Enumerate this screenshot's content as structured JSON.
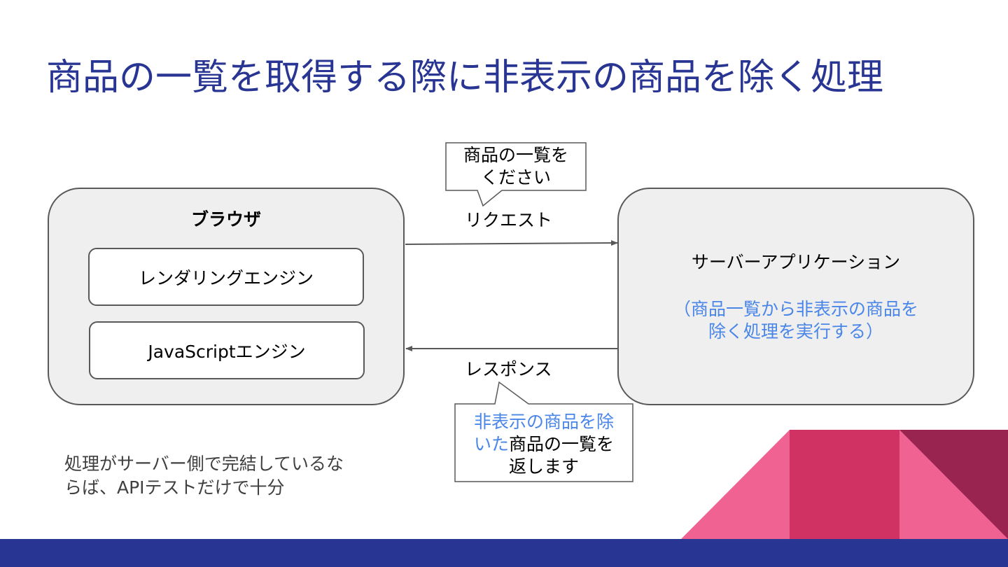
{
  "title": "商品の一覧を取得する際に非表示の商品を除く処理",
  "browser": {
    "title": "ブラウザ",
    "rendering_engine": "レンダリングエンジン",
    "js_engine": "JavaScriptエンジン"
  },
  "server": {
    "title": "サーバーアプリケーション",
    "note_line1": "（商品一覧から非表示の商品を",
    "note_line2": "除く処理を実行する）"
  },
  "request": {
    "label": "リクエスト",
    "bubble_line1": "商品の一覧を",
    "bubble_line2": "ください"
  },
  "response": {
    "label": "レスポンス",
    "bubble_line1": "非表示の商品を除",
    "bubble_line2_accent": "いた",
    "bubble_line2_rest": "商品の一覧を",
    "bubble_line3": "返します"
  },
  "footnote": {
    "line1": "処理がサーバー側で完結しているな",
    "line2": "らば、APIテストだけで十分"
  },
  "colors": {
    "title": "#283593",
    "accent": "#4a86e8",
    "box_fill": "#efefef",
    "border": "#595959",
    "bar": "#283593",
    "pink_light": "#f06292",
    "pink_mid": "#d13264",
    "pink_dark": "#9a2450"
  }
}
